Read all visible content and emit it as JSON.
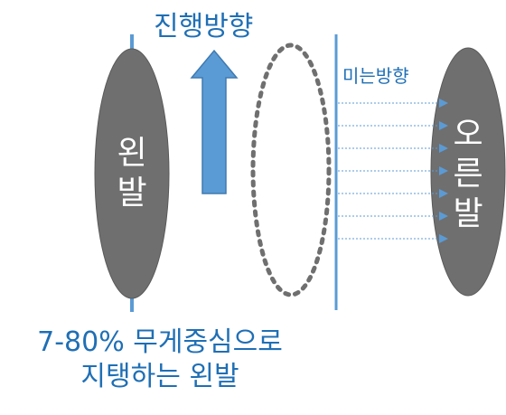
{
  "direction_label": "진행방향",
  "push_label": "미는방향",
  "left_foot": {
    "line1": "왼",
    "line2": "발"
  },
  "right_foot": {
    "line1": "오",
    "line2": "른",
    "line3": "발"
  },
  "caption": {
    "line1": "7-80% 무게중심으로",
    "line2": "지탱하는 왼발"
  },
  "colors": {
    "foot_fill": "#6f6f6f",
    "accent_blue": "#5b9bd5",
    "text_blue": "#1f6fb5",
    "dotted_outline": "#6f6f6f",
    "foot_text": "#ffffff"
  },
  "push_arrow_count": 7
}
